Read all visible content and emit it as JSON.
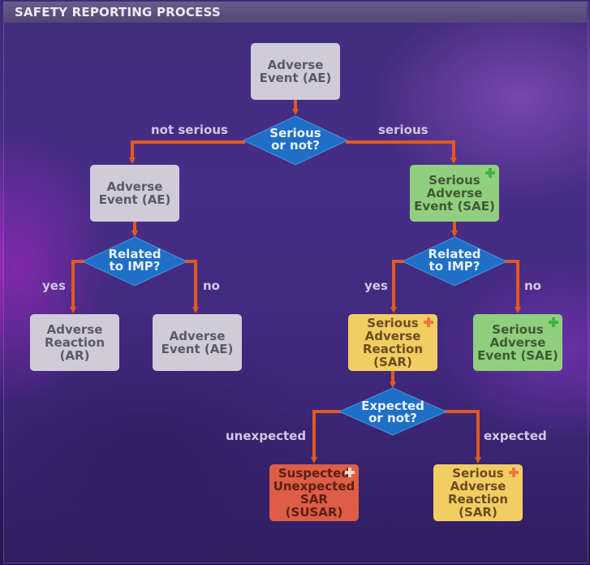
{
  "title": "SAFETY REPORTING PROCESS",
  "colors": {
    "gray_box": "#cfcbd9",
    "green_box": "#90cf7f",
    "yellow_box": "#f2ce62",
    "red_box": "#dd5d47",
    "decision": "#1f6fc6",
    "arrow": "#e05a1e"
  },
  "nodes": {
    "ae_top": {
      "lines": [
        "Adverse",
        "Event (AE)"
      ]
    },
    "d_serious": {
      "lines": [
        "Serious",
        "or not?"
      ]
    },
    "ae_left": {
      "lines": [
        "Adverse",
        "Event (AE)"
      ]
    },
    "sae_right": {
      "lines": [
        "Serious",
        "Adverse",
        "Event (SAE)"
      ],
      "icon": "plus-icon"
    },
    "d_related_left": {
      "lines": [
        "Related",
        "to IMP?"
      ]
    },
    "d_related_right": {
      "lines": [
        "Related",
        "to IMP?"
      ]
    },
    "ar": {
      "lines": [
        "Adverse",
        "Reaction",
        "(AR)"
      ]
    },
    "ae_no": {
      "lines": [
        "Adverse",
        "Event (AE)"
      ]
    },
    "sar": {
      "lines": [
        "Serious",
        "Adverse",
        "Reaction",
        "(SAR)"
      ],
      "icon": "plus-icon"
    },
    "sae_no": {
      "lines": [
        "Serious",
        "Adverse",
        "Event (SAE)"
      ],
      "icon": "plus-icon"
    },
    "d_expected": {
      "lines": [
        "Expected",
        "or not?"
      ]
    },
    "susar": {
      "lines": [
        "Suspected",
        "Unexpected",
        "SAR",
        "(SUSAR)"
      ],
      "icon": "plus-icon"
    },
    "sar_expected": {
      "lines": [
        "Serious",
        "Adverse",
        "Reaction",
        "(SAR)"
      ],
      "icon": "plus-icon"
    }
  },
  "edge_labels": {
    "not_serious": "not serious",
    "serious": "serious",
    "yes_left": "yes",
    "no_left": "no",
    "yes_right": "yes",
    "no_right": "no",
    "unexpected": "unexpected",
    "expected": "expected"
  }
}
